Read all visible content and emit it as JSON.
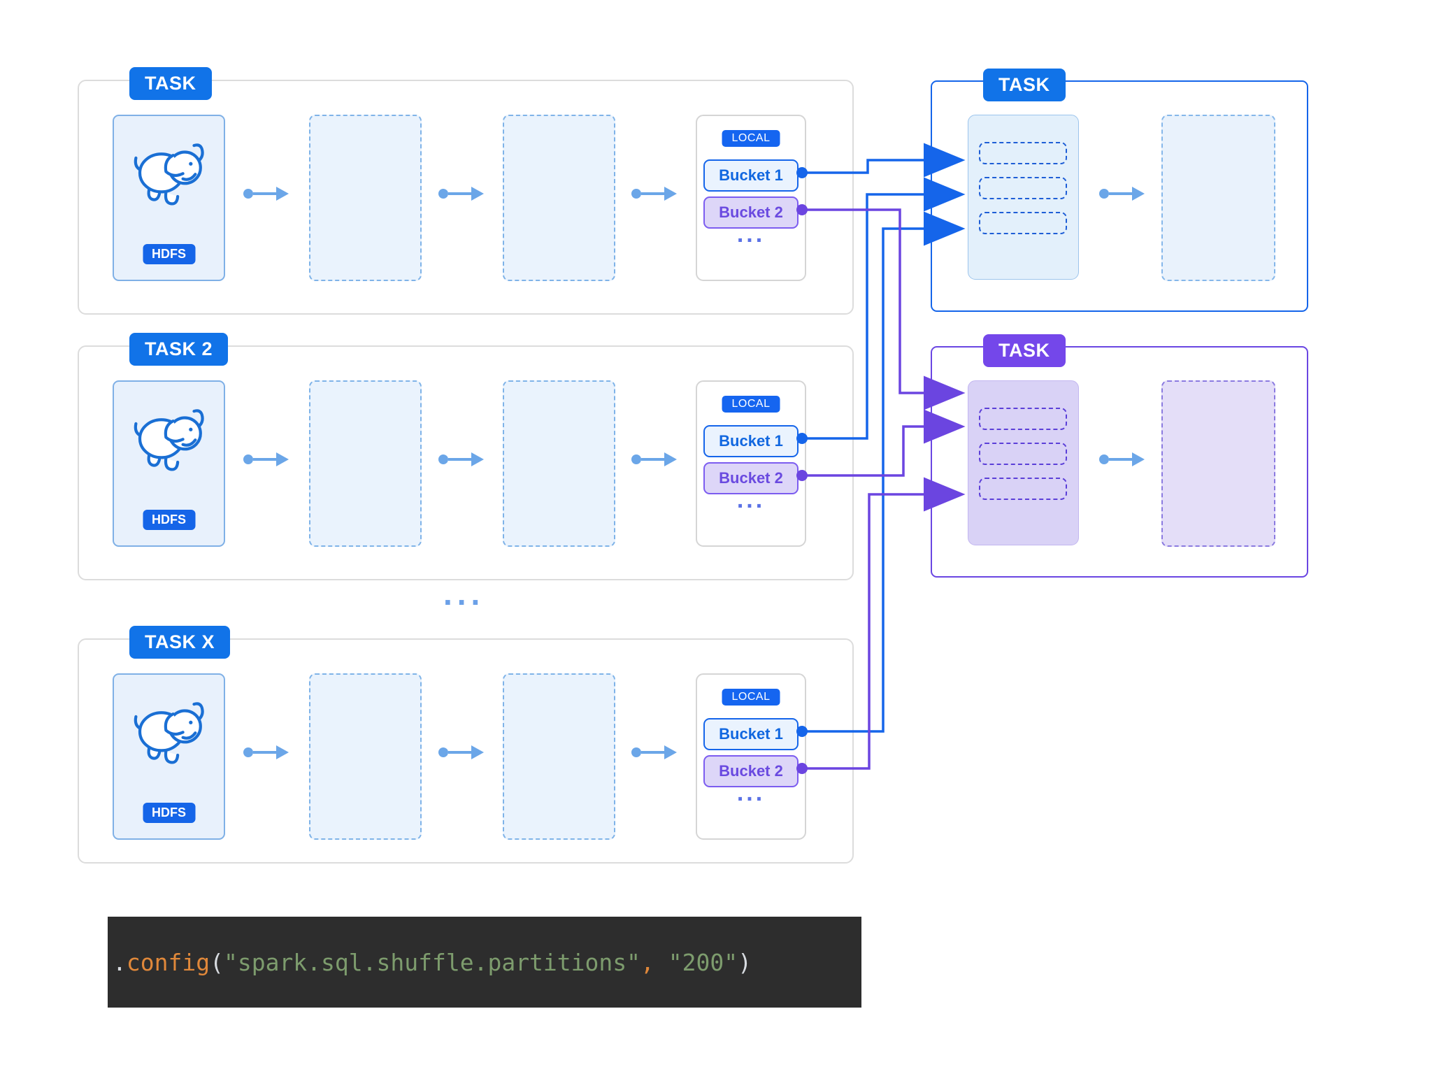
{
  "palette": {
    "task_tag_blue": "#1173e8",
    "task_tag_purple": "#7447ea",
    "bucket1_blue": "#1565ea",
    "bucket2_purple": "#6a4ae0",
    "arrow_light_blue": "#6ba6e8",
    "wire_blue": "#1565ea",
    "wire_purple": "#6b45e0",
    "code_background": "#2d2d2d"
  },
  "left_tasks": [
    {
      "label": "TASK",
      "hdfs_label": "HDFS",
      "local_label": "LOCAL",
      "bucket1": "Bucket 1",
      "bucket2": "Bucket 2",
      "more": "..."
    },
    {
      "label": "TASK 2",
      "hdfs_label": "HDFS",
      "local_label": "LOCAL",
      "bucket1": "Bucket 1",
      "bucket2": "Bucket 2",
      "more": "..."
    },
    {
      "label": "TASK X",
      "hdfs_label": "HDFS",
      "local_label": "LOCAL",
      "bucket1": "Bucket 1",
      "bucket2": "Bucket 2",
      "more": "..."
    }
  ],
  "right_tasks": [
    {
      "label": "TASK",
      "theme": "blue"
    },
    {
      "label": "TASK",
      "theme": "purple"
    }
  ],
  "separator": "...",
  "code": {
    "tokens": [
      {
        "t": ".",
        "c": "plain"
      },
      {
        "t": "config",
        "c": "func"
      },
      {
        "t": "(",
        "c": "plain"
      },
      {
        "t": "\"spark.sql.shuffle.partitions\"",
        "c": "string"
      },
      {
        "t": ",",
        "c": "func"
      },
      {
        "t": " ",
        "c": "plain"
      },
      {
        "t": "\"200\"",
        "c": "string"
      },
      {
        "t": ")",
        "c": "plain"
      }
    ]
  }
}
